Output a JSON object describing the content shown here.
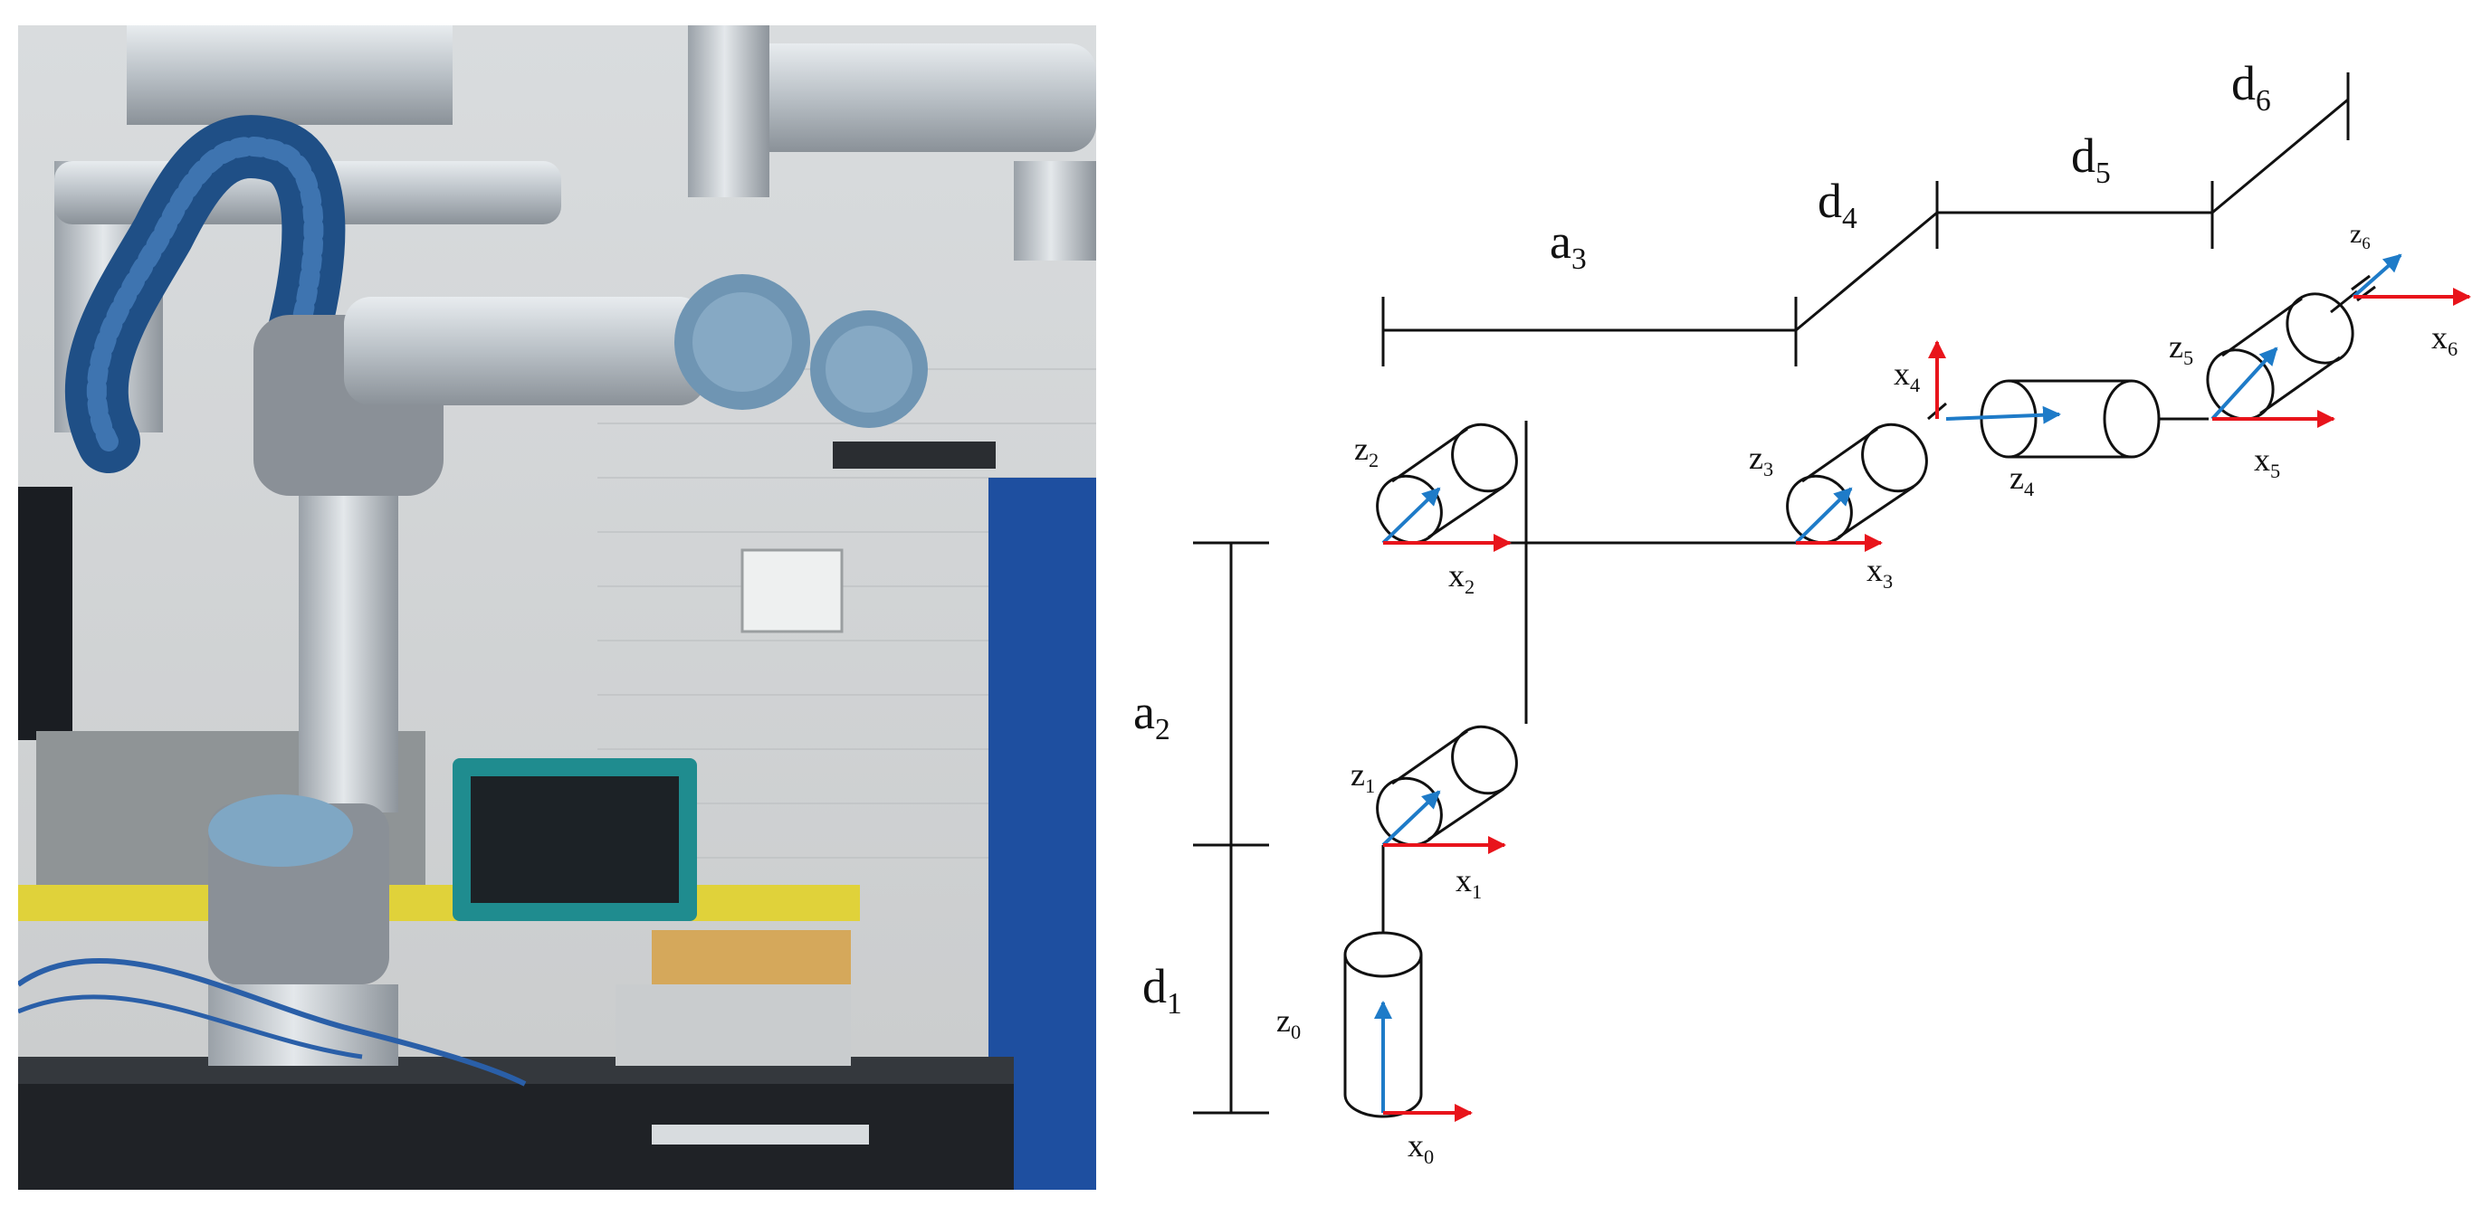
{
  "colors": {
    "x_axis": "#e8141b",
    "z_axis": "#1e7bc8",
    "line": "#111111",
    "background": "#ffffff"
  },
  "dimension_labels": {
    "a3": {
      "base": "a",
      "sub": "3"
    },
    "d4": {
      "base": "d",
      "sub": "4"
    },
    "d5": {
      "base": "d",
      "sub": "5"
    },
    "d6": {
      "base": "d",
      "sub": "6"
    },
    "a2": {
      "base": "a",
      "sub": "2"
    },
    "d1": {
      "base": "d",
      "sub": "1"
    }
  },
  "frame_labels": {
    "z0": {
      "base": "z",
      "sub": "0"
    },
    "x0": {
      "base": "x",
      "sub": "0"
    },
    "z1": {
      "base": "z",
      "sub": "1"
    },
    "x1": {
      "base": "x",
      "sub": "1"
    },
    "z2": {
      "base": "z",
      "sub": "2"
    },
    "x2": {
      "base": "x",
      "sub": "2"
    },
    "z3": {
      "base": "z",
      "sub": "3"
    },
    "x3": {
      "base": "x",
      "sub": "3"
    },
    "x4": {
      "base": "x",
      "sub": "4"
    },
    "z4": {
      "base": "z",
      "sub": "4"
    },
    "z5": {
      "base": "z",
      "sub": "5"
    },
    "x5": {
      "base": "x",
      "sub": "5"
    },
    "z6": {
      "base": "z",
      "sub": "6"
    },
    "x6": {
      "base": "x",
      "sub": "6"
    }
  }
}
